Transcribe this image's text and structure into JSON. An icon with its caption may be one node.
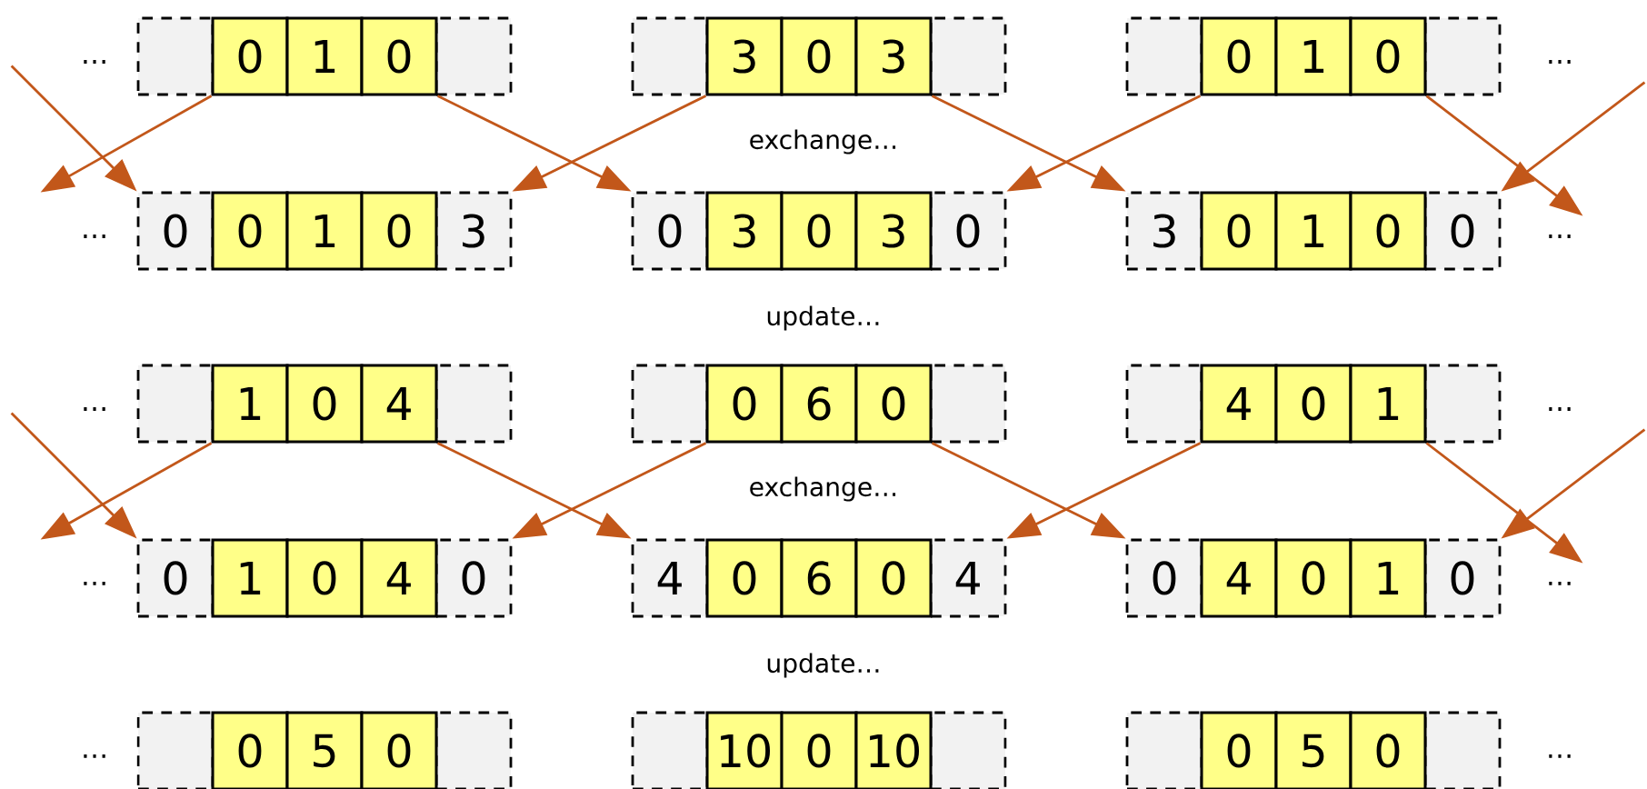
{
  "diagram": {
    "nodes": [
      {
        "text": [],
        "shape": "box"
      },
      {
        "text": [
          "0"
        ]
      },
      {
        "text": [
          "1"
        ]
      },
      {
        "text": [
          "0"
        ]
      },
      {
        "text": [],
        "shape": "box"
      },
      {
        "text": [],
        "shape": "box"
      },
      {
        "text": [
          "3"
        ]
      },
      {
        "text": [
          "0"
        ]
      },
      {
        "text": [
          "3"
        ]
      },
      {
        "text": [],
        "shape": "box"
      },
      {
        "text": [],
        "shape": "box"
      },
      {
        "text": [
          "0"
        ]
      },
      {
        "text": [
          "1"
        ]
      },
      {
        "text": [
          "0"
        ]
      },
      {
        "text": [],
        "shape": "box"
      },
      {
        "text": [
          "0"
        ]
      },
      {
        "text": [
          "0"
        ]
      },
      {
        "text": [
          "1"
        ]
      },
      {
        "text": [
          "0"
        ]
      },
      {
        "text": [
          "3"
        ]
      },
      {
        "text": [
          "0"
        ]
      },
      {
        "text": [
          "3"
        ]
      },
      {
        "text": [
          "0"
        ]
      },
      {
        "text": [
          "3"
        ]
      },
      {
        "text": [
          "0"
        ]
      },
      {
        "text": [
          "3"
        ]
      },
      {
        "text": [
          "0"
        ]
      },
      {
        "text": [
          "1"
        ]
      },
      {
        "text": [
          "0"
        ]
      },
      {
        "text": [
          "0"
        ]
      },
      {
        "text": [],
        "shape": "box"
      },
      {
        "text": [
          "1"
        ]
      },
      {
        "text": [
          "0"
        ]
      },
      {
        "text": [
          "4"
        ]
      },
      {
        "text": [],
        "shape": "box"
      },
      {
        "text": [],
        "shape": "box"
      },
      {
        "text": [
          "0"
        ]
      },
      {
        "text": [
          "6"
        ]
      },
      {
        "text": [
          "0"
        ]
      },
      {
        "text": [],
        "shape": "box"
      },
      {
        "text": [],
        "shape": "box"
      },
      {
        "text": [
          "4"
        ]
      },
      {
        "text": [
          "0"
        ]
      },
      {
        "text": [
          "1"
        ]
      },
      {
        "text": [],
        "shape": "box"
      },
      {
        "text": [
          "0"
        ]
      },
      {
        "text": [
          "1"
        ]
      },
      {
        "text": [
          "0"
        ]
      },
      {
        "text": [
          "4"
        ]
      },
      {
        "text": [
          "0"
        ]
      },
      {
        "text": [
          "4"
        ]
      },
      {
        "text": [
          "0"
        ]
      },
      {
        "text": [
          "6"
        ]
      },
      {
        "text": [
          "0"
        ]
      },
      {
        "text": [
          "4"
        ]
      },
      {
        "text": [
          "0"
        ]
      },
      {
        "text": [
          "4"
        ]
      },
      {
        "text": [
          "0"
        ]
      },
      {
        "text": [
          "1"
        ]
      },
      {
        "text": [
          "0"
        ]
      },
      {
        "text": [],
        "shape": "box"
      },
      {
        "text": [
          "0"
        ]
      },
      {
        "text": [
          "5"
        ]
      },
      {
        "text": [
          "0"
        ]
      },
      {
        "text": [],
        "shape": "box"
      },
      {
        "text": [],
        "shape": "box"
      },
      {
        "text": [
          "10"
        ]
      },
      {
        "text": [
          "0"
        ]
      },
      {
        "text": [
          "10"
        ]
      },
      {
        "text": [],
        "shape": "box"
      },
      {
        "text": [],
        "shape": "box"
      },
      {
        "text": [
          "0"
        ]
      },
      {
        "text": [
          "5"
        ]
      },
      {
        "text": [
          "0"
        ]
      },
      {
        "text": [],
        "shape": "box"
      }
    ],
    "edges": [
      {
        "from": null,
        "to": 15,
        "arrow": "to"
      },
      {
        "from": 1,
        "to": null,
        "arrow": "to"
      },
      {
        "from": 3,
        "to": 20,
        "arrow": "to"
      },
      {
        "from": 6,
        "to": 19,
        "arrow": "to"
      },
      {
        "from": 8,
        "to": 25,
        "arrow": "to"
      },
      {
        "from": 11,
        "to": 24,
        "arrow": "to"
      },
      {
        "from": 13,
        "to": null,
        "arrow": "to"
      },
      {
        "from": null,
        "to": 29,
        "arrow": "to"
      },
      {
        "from": null,
        "to": 45,
        "arrow": "to"
      },
      {
        "from": 31,
        "to": null,
        "arrow": "to"
      },
      {
        "from": 33,
        "to": 50,
        "arrow": "to"
      },
      {
        "from": 36,
        "to": 49,
        "arrow": "to"
      },
      {
        "from": 38,
        "to": 55,
        "arrow": "to"
      },
      {
        "from": 41,
        "to": 54,
        "arrow": "to"
      },
      {
        "from": 43,
        "to": null,
        "arrow": "to"
      },
      {
        "from": null,
        "to": 59,
        "arrow": "to"
      }
    ],
    "labels": [
      "…",
      "…",
      "exchange…",
      "…",
      "…",
      "update…",
      "…",
      "…",
      "exchange…",
      "…",
      "…",
      "update…",
      "…",
      "…"
    ]
  }
}
